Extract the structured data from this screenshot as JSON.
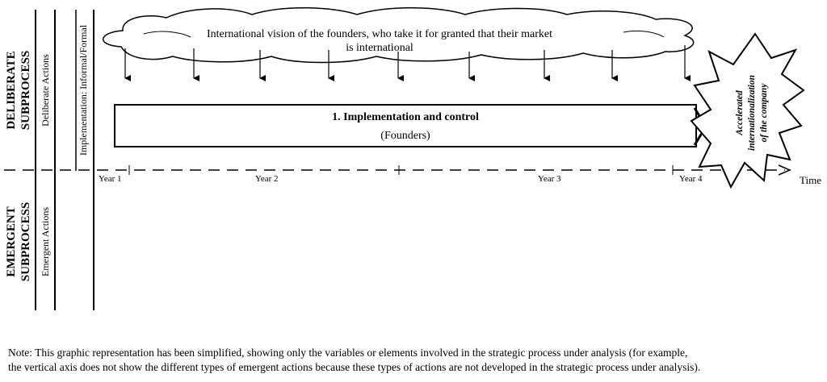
{
  "sections": {
    "deliberate_subprocess": [
      "DELIBERATE",
      "SUBPROCESS"
    ],
    "emergent_subprocess": [
      "EMERGENT",
      "SUBPROCESS"
    ],
    "deliberate_actions": "Deliberate Actions",
    "emergent_actions": "Emergent Actions",
    "implementation_axis": "Implementation: Informal/Formal"
  },
  "vision_cloud": {
    "line1": "International vision of the founders, who take it for granted that their market",
    "line2": "is international"
  },
  "implementation_box": {
    "title": "1. Implementation and control",
    "subtitle": "(Founders)"
  },
  "outcome_star": {
    "line1": "Accelerated",
    "line2": "internationalization",
    "line3": "of the company"
  },
  "timeline": {
    "axis_label": "Time",
    "years": [
      "Year 1",
      "Year 2",
      "Year 3",
      "Year 4"
    ]
  },
  "note": {
    "line1": "Note: This graphic representation has been simplified, showing only the variables or elements involved in the strategic process under analysis (for example,",
    "line2": "the vertical axis does not show the different types of emergent actions because these types of actions are not developed in the strategic process under analysis)."
  }
}
